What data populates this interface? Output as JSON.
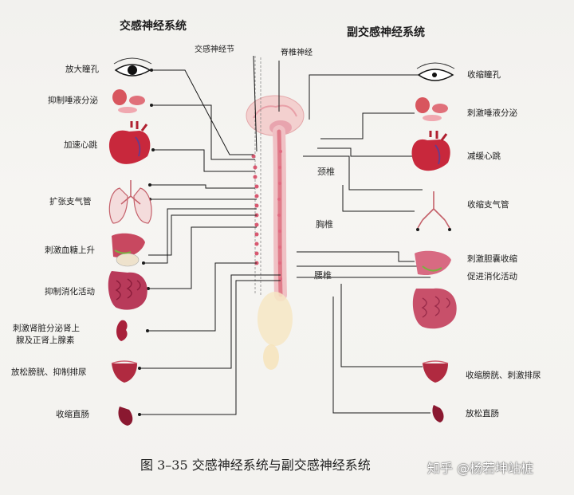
{
  "titles": {
    "sympathetic": "交感神经系统",
    "parasympathetic": "副交感神经系统",
    "ganglion": "交感神经节",
    "spinal_nerve": "脊椎神经"
  },
  "segments": {
    "cervical": "颈椎",
    "thoracic": "胸椎",
    "lumbar": "腰椎"
  },
  "sympathetic_effects": [
    "放大瞳孔",
    "抑制唾液分泌",
    "加速心跳",
    "扩张支气管",
    "刺激血糖上升",
    "抑制消化活动",
    "刺激肾脏分泌肾上",
    "腺及正肾上腺素",
    "放松膀胱、抑制排尿",
    "收缩直肠"
  ],
  "parasympathetic_effects": [
    "收缩瞳孔",
    "刺激唾液分泌",
    "减缓心跳",
    "收缩支气管",
    "刺激胆囊收缩",
    "促进消化活动",
    "收缩膀胱、刺激排尿",
    "放松直肠"
  ],
  "caption": "图 3–35    交感神经系统与副交感神经系统",
  "watermark": "知乎 @杨若坤站桩",
  "colors": {
    "organ_red": "#c8283c",
    "liver": "#c84860",
    "spine": "#e8909a",
    "line": "#1a1a1a"
  }
}
